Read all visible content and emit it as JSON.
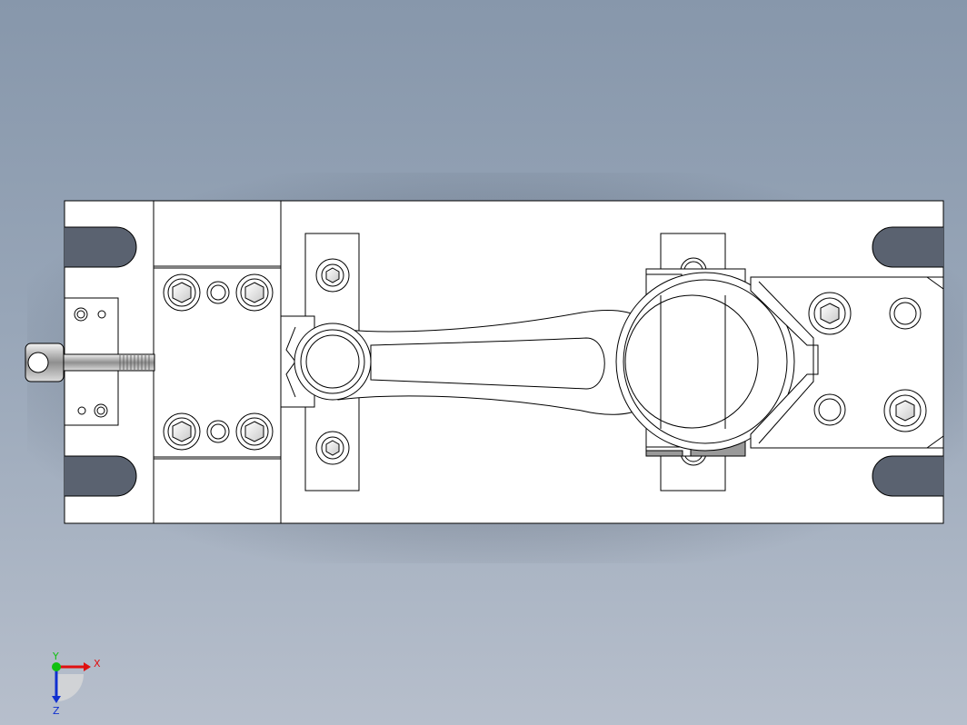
{
  "viewport": {
    "background_top": "#8797ab",
    "background_bottom": "#b7bfcc",
    "model": "connecting-rod-fixture-top-view"
  },
  "triad": {
    "x_label": "X",
    "y_label": "Y",
    "z_label": "Z",
    "x_color": "#e01010",
    "y_color": "#10c010",
    "z_color": "#1030d0"
  }
}
